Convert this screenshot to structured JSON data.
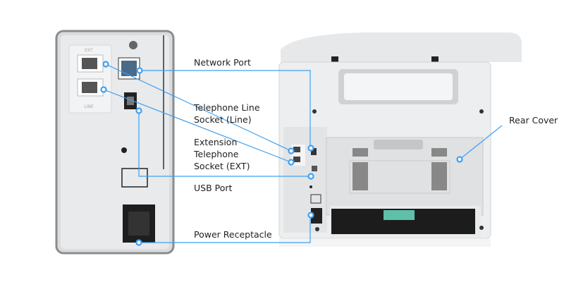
{
  "labels": {
    "network_port": "Network Port",
    "telephone_line_1": "Telephone Line",
    "telephone_line_2": "Socket (Line)",
    "extension_1": "Extension",
    "extension_2": "Telephone",
    "extension_3": "Socket (EXT)",
    "usb_port": "USB Port",
    "power_receptacle": "Power Receptacle",
    "rear_cover": "Rear Cover"
  },
  "panel_marks": {
    "ext": "EXT",
    "line": "LINE"
  },
  "colors": {
    "leader": "#3fa0f0",
    "panel": "#e4e6e8",
    "body": "#eceef0"
  }
}
